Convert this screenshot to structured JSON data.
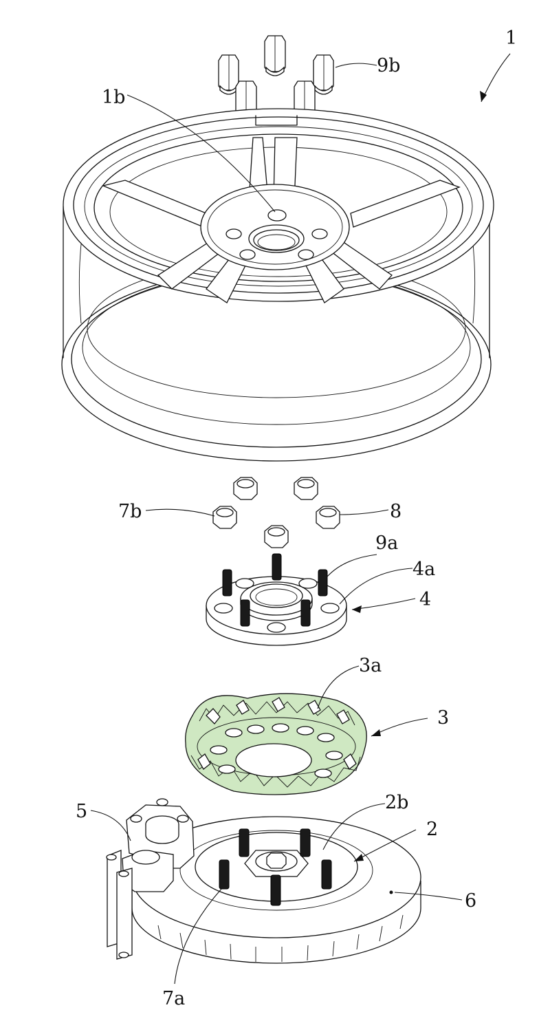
{
  "labels": {
    "wheel": "1",
    "hub_bolt_hole": "1b",
    "hub": "2",
    "hub_flange": "2b",
    "brake_shim": "3",
    "shim_opening": "3a",
    "spacer": "4",
    "spacer_flange": "4a",
    "caliper": "5",
    "rotor": "6",
    "hub_stud": "7a",
    "spacer_nut": "7b",
    "nut": "8",
    "spacer_stud": "9a",
    "wheel_nut": "9b"
  },
  "colors": {
    "line": "#111111",
    "shim_fill": "#cfe8c2",
    "background": "#ffffff"
  }
}
